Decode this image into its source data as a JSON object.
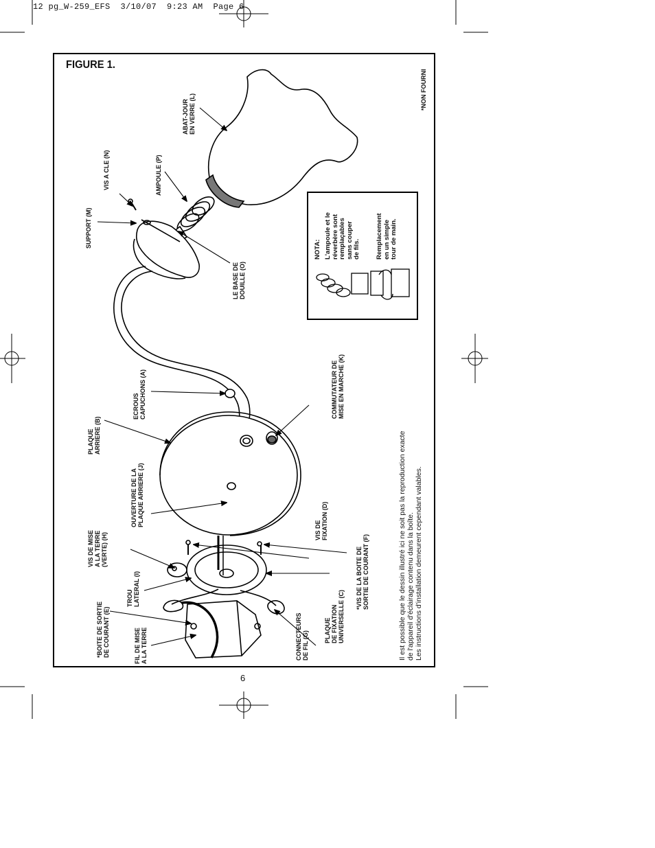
{
  "header": {
    "slug": "12 pg_W-259_EFS  3/10/07  9:23 AM  Page 6"
  },
  "figure": {
    "title": "FIGURE 1.",
    "non_fourni": "*NON FOURNI",
    "labels": {
      "abat_jour": "ABAT-JOUR\nEN VERRE (L)",
      "ampoule": "AMPOULE (P)",
      "vis_a_cle": "VIS A CLE (N)",
      "support": "SUPPORT (M)",
      "base_douille": "LE BASE DE\nDOUILLE (O)",
      "ecrous": "ECROUS\nCAPUCHONS (A)",
      "plaque_arriere": "PLAQUE\nARRIERE (B)",
      "ouverture": "OUVERTURE DE LA\nPLAQUE ARRIERE (J)",
      "commutateur": "COMMUTATEUR DE\nMISE EN MARCHE (K)",
      "vis_mise_terre": "VIS DE MISE\nA LA TERRE\n(VERTE) (H)",
      "trou_lateral": "TROU\nLATERAL (I)",
      "boite_sortie": "*BOITE DE SORTIE\nDE COURANT (E)",
      "fil_mise_terre": "FIL DE MISE\nA LA TERRE",
      "connecteurs": "CONNECTEURS\nDE FIL (G)",
      "plaque_fixation": "PLAQUE\nDE FIXATION\nUNIVERSELLE (C)",
      "vis_fixation": "VIS DE\nFIXATION (D)",
      "vis_boite": "*VIS DE LA BOITE DE\nSORTIE DE COURANT (F)"
    },
    "nota": {
      "title": "NOTA:",
      "text1": "L'ampoule et le\nréverbère sont\nremplaçables\nsans couper\nde fils.",
      "text2": "Remplacement\nen un simple\ntour de main."
    },
    "disclaimer": "Il est possible que le dessin illustré ici ne soit pas la reproduction exacte\nde l'appareil d'éclairage contenu dans la boîte.\nLes instructions d'installation demeurent cependant valables."
  },
  "footer": {
    "page_number": "6"
  }
}
